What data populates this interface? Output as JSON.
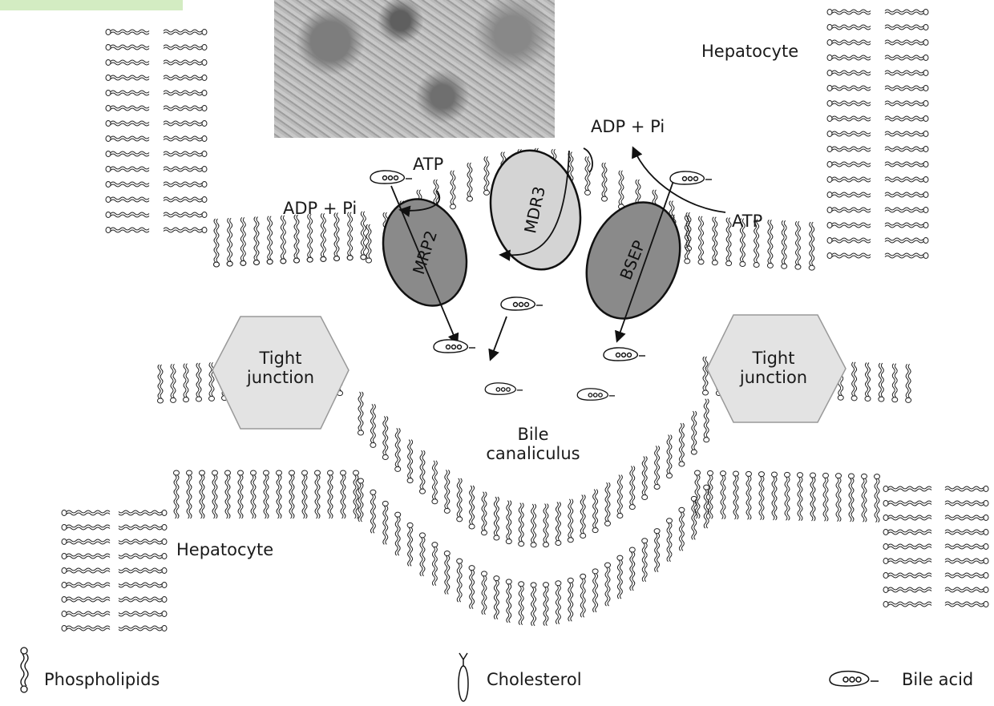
{
  "labels": {
    "hepatocyte_top": "Hepatocyte",
    "hepatocyte_bottom": "Hepatocyte",
    "tight_junction_left": "Tight junction",
    "tight_junction_right": "Tight junction",
    "bile_canaliculus": "Bile canaliculus",
    "atp_left": "ATP",
    "adp_left": "ADP + Pi",
    "adp_right": "ADP + Pi",
    "atp_right": "ATP"
  },
  "transporters": [
    {
      "id": "mrp2",
      "label": "MRP2",
      "color": "#8a8a8a"
    },
    {
      "id": "mdr3",
      "label": "MDR3",
      "color": "#d4d4d4"
    },
    {
      "id": "bsep",
      "label": "BSEP",
      "color": "#8a8a8a"
    }
  ],
  "legend": {
    "phospholipids": "Phospholipids",
    "cholesterol": "Cholesterol",
    "bile_acid": "Bile acid"
  },
  "colors": {
    "tight_junction_fill": "#e3e3e3",
    "accent_green": "#d3ecc2",
    "line": "#1a1a1a"
  }
}
